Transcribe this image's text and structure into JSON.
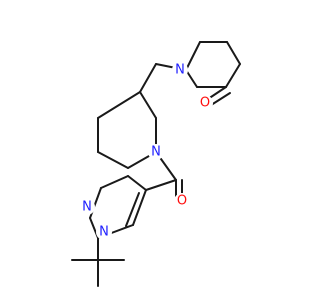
{
  "molecule": {
    "atoms": [
      {
        "symbol": "N",
        "color": "#1f1fff"
      },
      {
        "symbol": "O",
        "color": "#ff0d0d"
      },
      {
        "symbol": "N",
        "color": "#1f1fff"
      },
      {
        "symbol": "O",
        "color": "#ff0d0d"
      },
      {
        "symbol": "N",
        "color": "#1f1fff"
      },
      {
        "symbol": "N",
        "color": "#1f1fff"
      }
    ],
    "bond_color": "#1a1a1a"
  }
}
